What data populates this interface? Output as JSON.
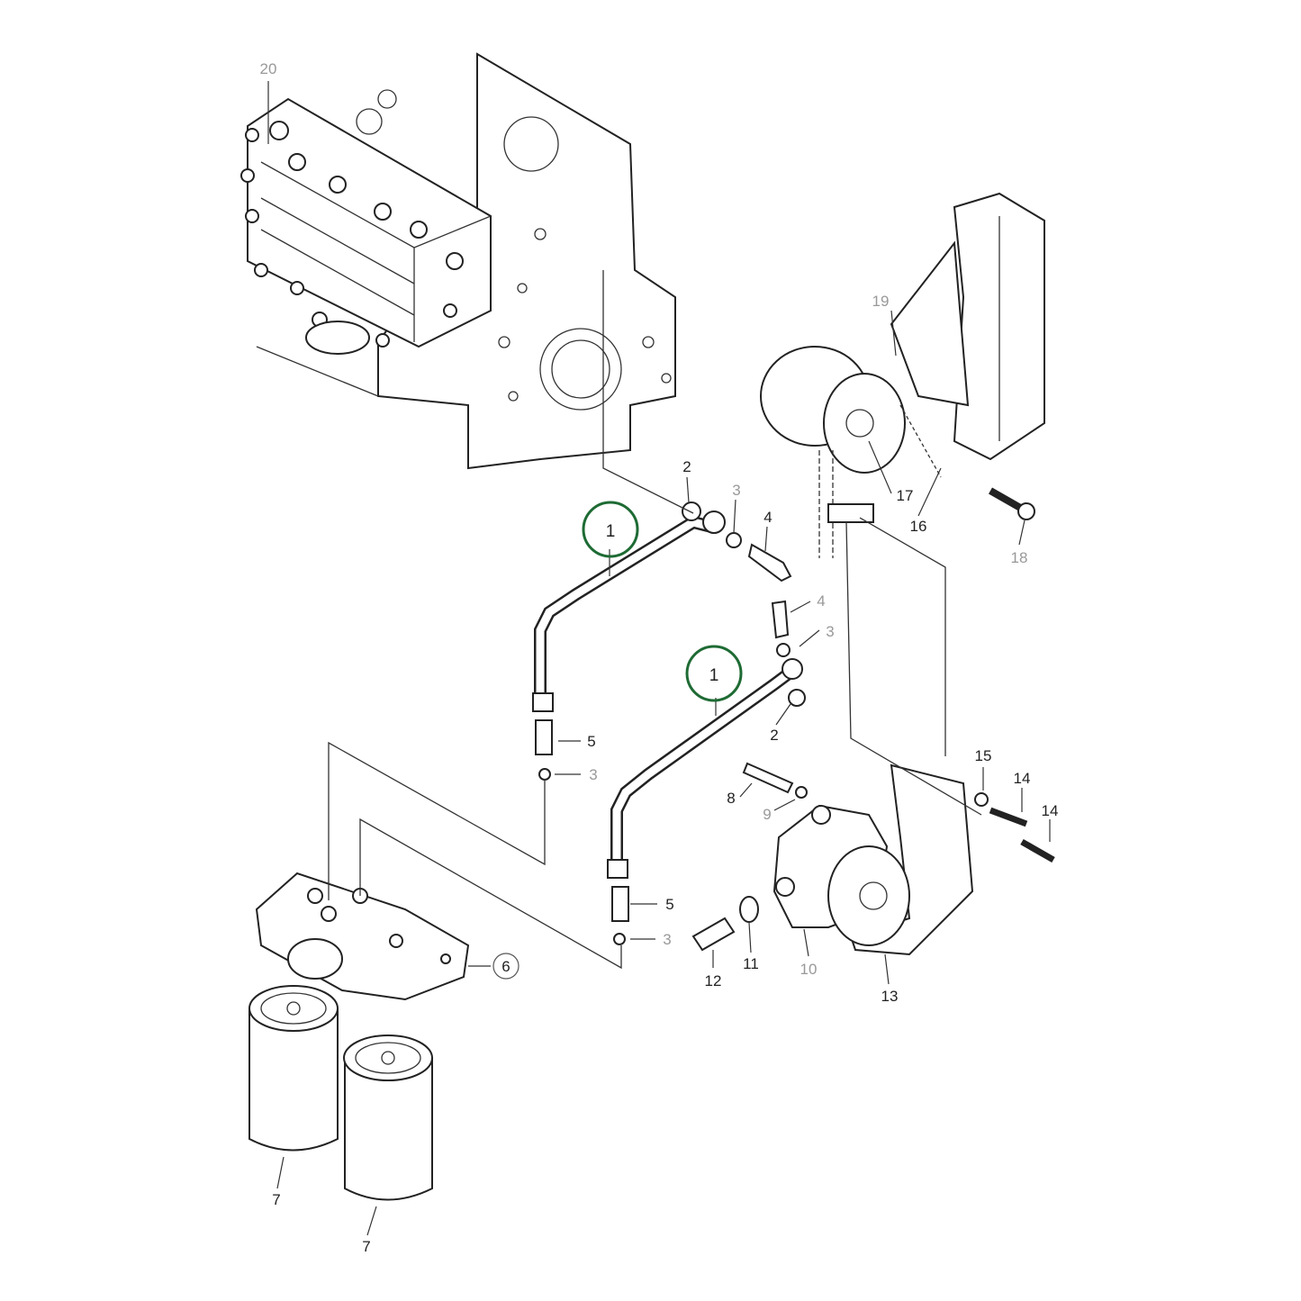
{
  "diagram": {
    "type": "exploded parts diagram",
    "highlight_color": "#1e6b34",
    "callouts": [
      {
        "id": "20",
        "text": "20",
        "style": "gray"
      },
      {
        "id": "2a",
        "text": "2",
        "style": "normal"
      },
      {
        "id": "3a",
        "text": "3",
        "style": "gray"
      },
      {
        "id": "4a",
        "text": "4",
        "style": "normal"
      },
      {
        "id": "1a",
        "text": "1",
        "style": "circled-green"
      },
      {
        "id": "19",
        "text": "19",
        "style": "gray"
      },
      {
        "id": "17",
        "text": "17",
        "style": "normal"
      },
      {
        "id": "16",
        "text": "16",
        "style": "normal"
      },
      {
        "id": "18",
        "text": "18",
        "style": "gray"
      },
      {
        "id": "4b",
        "text": "4",
        "style": "gray"
      },
      {
        "id": "3b",
        "text": "3",
        "style": "gray"
      },
      {
        "id": "1b",
        "text": "1",
        "style": "circled-green"
      },
      {
        "id": "2b",
        "text": "2",
        "style": "normal"
      },
      {
        "id": "5a",
        "text": "5",
        "style": "normal"
      },
      {
        "id": "3c",
        "text": "3",
        "style": "gray"
      },
      {
        "id": "15",
        "text": "15",
        "style": "normal"
      },
      {
        "id": "14a",
        "text": "14",
        "style": "normal"
      },
      {
        "id": "14b",
        "text": "14",
        "style": "normal"
      },
      {
        "id": "8",
        "text": "8",
        "style": "normal"
      },
      {
        "id": "9",
        "text": "9",
        "style": "gray"
      },
      {
        "id": "5b",
        "text": "5",
        "style": "normal"
      },
      {
        "id": "3d",
        "text": "3",
        "style": "gray"
      },
      {
        "id": "6",
        "text": "6",
        "style": "circled-gray"
      },
      {
        "id": "12",
        "text": "12",
        "style": "normal"
      },
      {
        "id": "11",
        "text": "11",
        "style": "normal"
      },
      {
        "id": "10",
        "text": "10",
        "style": "gray"
      },
      {
        "id": "13",
        "text": "13",
        "style": "normal"
      },
      {
        "id": "7a",
        "text": "7",
        "style": "normal"
      },
      {
        "id": "7b",
        "text": "7",
        "style": "normal"
      }
    ]
  }
}
